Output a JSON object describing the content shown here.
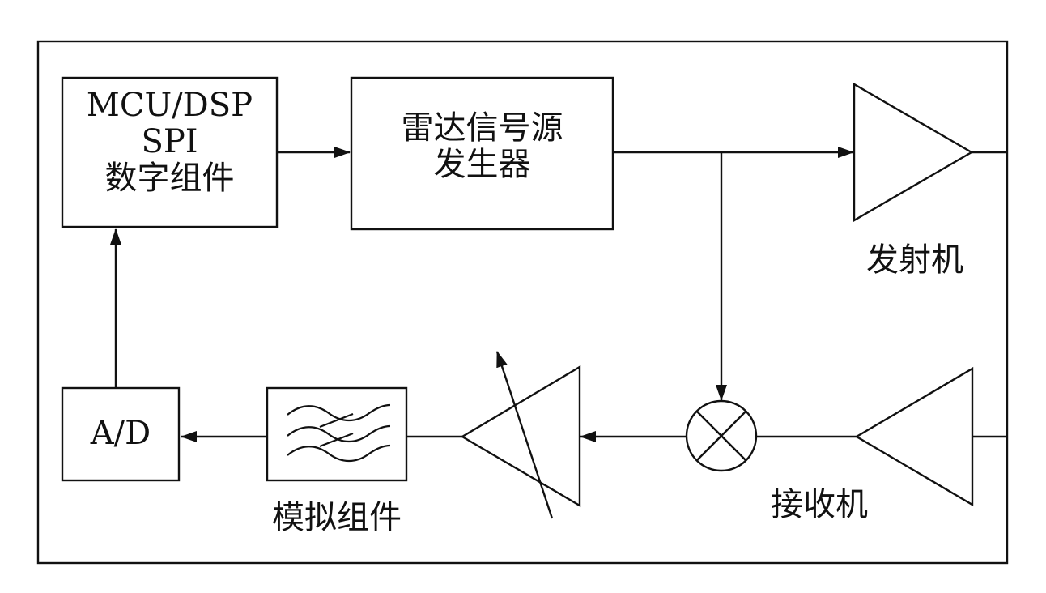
{
  "blocks": {
    "mcu": {
      "line1": "MCU/DSP",
      "line2": "SPI",
      "line3": "数字组件"
    },
    "radar_source": {
      "line1": "雷达信号源",
      "line2": "发生器"
    },
    "ad": {
      "label": "A/D"
    }
  },
  "captions": {
    "transmitter": "发射机",
    "receiver": "接收机",
    "analog": "模拟组件"
  },
  "colors": {
    "line": "#111111",
    "background": "#ffffff"
  }
}
